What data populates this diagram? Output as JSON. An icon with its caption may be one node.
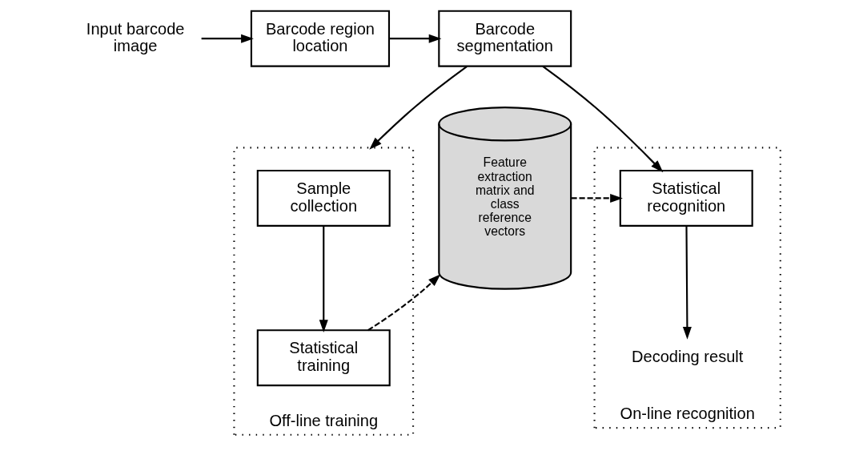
{
  "diagram": {
    "nodes": [
      {
        "text": [
          "Input barcode image"
        ]
      },
      {
        "text": [
          "Barcode region location"
        ]
      },
      {
        "text": [
          "Barcode segmentation"
        ]
      },
      {
        "text": [
          "Off-line training"
        ]
      },
      {
        "text": [
          "Sample collection"
        ],
        "in": 3
      },
      {
        "text": [
          "Statistical training"
        ],
        "in": 3
      },
      {
        "text": [
          "Feature extraction matrix and class reference vectors"
        ]
      },
      {
        "text": [
          "On-line recognition"
        ]
      },
      {
        "text": [
          "Statistical recognition"
        ],
        "in": 7
      },
      {
        "text": [
          "Decoding result"
        ],
        "in": 7
      }
    ],
    "edges": [
      {
        "from": 0,
        "to": 1,
        "arrow": "to"
      },
      {
        "from": 1,
        "to": 2,
        "arrow": "to"
      },
      {
        "from": 2,
        "to": 3,
        "arrow": "to"
      },
      {
        "from": 2,
        "to": 8,
        "arrow": "to"
      },
      {
        "from": 4,
        "to": 5,
        "arrow": "to"
      },
      {
        "from": 5,
        "to": 6,
        "arrow": "to",
        "style": "dashed"
      },
      {
        "from": 6,
        "to": 8,
        "arrow": "to",
        "style": "dashed"
      },
      {
        "from": 8,
        "to": 9,
        "arrow": "to"
      }
    ]
  }
}
